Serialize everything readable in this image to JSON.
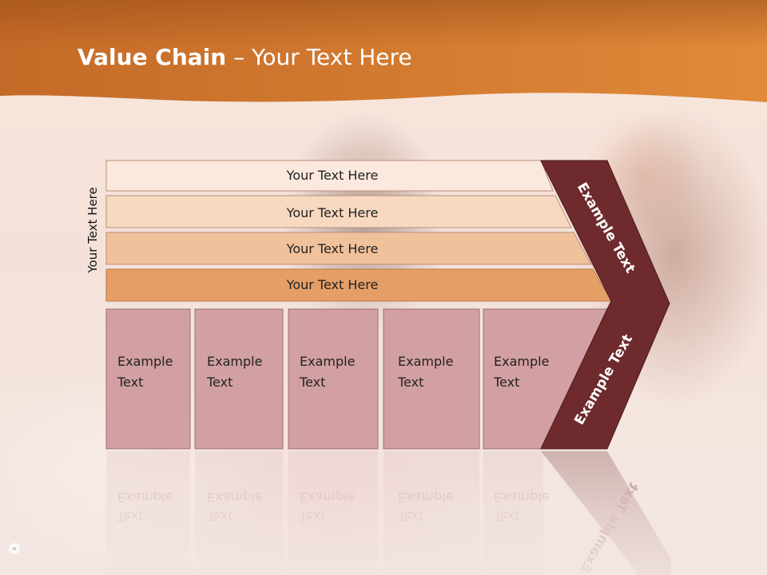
{
  "title": {
    "bold": "Value Chain",
    "rest": " – Your Text Here"
  },
  "side_label": "Your Text Here",
  "bars": [
    {
      "label": "Your Text Here",
      "color": "#fbe9dd"
    },
    {
      "label": "Your Text Here",
      "color": "#f7d9c1"
    },
    {
      "label": "Your Text Here",
      "color": "#f1c19b"
    },
    {
      "label": "Your Text Here",
      "color": "#e59f66"
    }
  ],
  "boxes": [
    {
      "line1": "Example",
      "line2": "Text"
    },
    {
      "line1": "Example",
      "line2": "Text"
    },
    {
      "line1": "Example",
      "line2": "Text"
    },
    {
      "line1": "Example",
      "line2": "Text"
    },
    {
      "line1": "Example",
      "line2": "Text"
    }
  ],
  "arrow": {
    "upper": "Example Text",
    "lower": "Example Text"
  },
  "colors": {
    "header": "#d6762a",
    "box": "#d2a0a2",
    "arrow": "#6e2a2c"
  }
}
